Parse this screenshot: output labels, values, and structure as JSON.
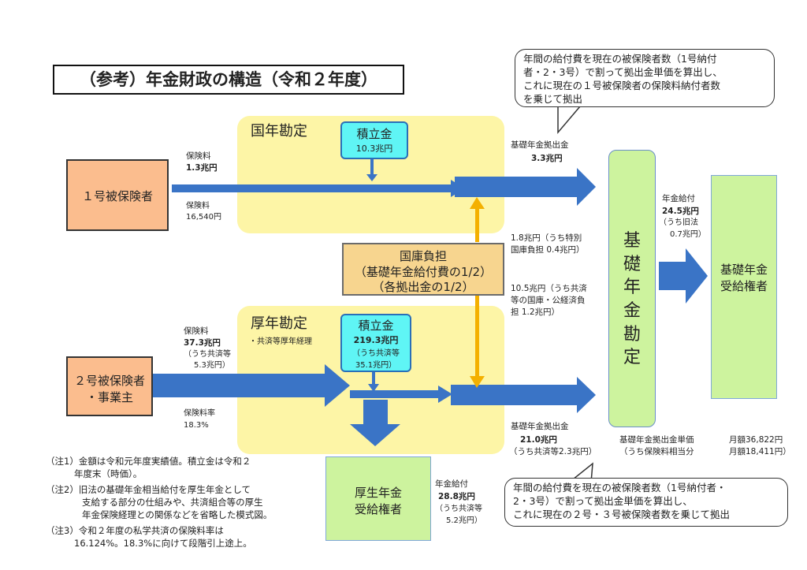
{
  "title": "（参考）年金財政の構造（令和２年度）",
  "national_account": {
    "label": "国年勘定",
    "reserve_label": "積立金",
    "reserve_value": "10.3兆円"
  },
  "employee_account": {
    "label": "厚年勘定",
    "sub_label": "・共済等厚年経理",
    "reserve_label": "積立金",
    "reserve_value": "219.3兆円",
    "reserve_note1": "（うち共済等",
    "reserve_note2": "35.1兆円）"
  },
  "insured1": {
    "label": "１号被保険者",
    "premium_label": "保険料",
    "premium_value": "1.3兆円",
    "monthly_label": "保険料",
    "monthly_value": "16,540円"
  },
  "insured2": {
    "label_line1": "２号被保険者",
    "label_line2": "・事業主",
    "premium_label": "保険料",
    "premium_value": "37.3兆円",
    "premium_note1": "（うち共済等",
    "premium_note2": "5.3兆円）",
    "rate_label": "保険料率",
    "rate_value": "18.3%"
  },
  "kokko": {
    "line1": "国庫負担",
    "line2": "（基礎年金給付費の1/2）",
    "line3": "（各拠出金の1/2）",
    "upper_note1": "1.8兆円（うち特別",
    "upper_note2": "国庫負担 0.4兆円）",
    "lower_note1": "10.5兆円（うち共済",
    "lower_note2": "等の国庫・公経済負",
    "lower_note3": "担 1.2兆円）"
  },
  "contribution_national": {
    "label": "基礎年金拠出金",
    "value": "3.3兆円"
  },
  "contribution_employee": {
    "label": "基礎年金拠出金",
    "value": "21.0兆円",
    "note": "（うち共済等2.3兆円）"
  },
  "basic_account": {
    "label": "基礎年金勘定",
    "chars": [
      "基",
      "礎",
      "年",
      "金",
      "勘",
      "定"
    ]
  },
  "basic_benefit": {
    "label": "年金給付",
    "value": "24.5兆円",
    "note1": "（うち旧法",
    "note2": "0.7兆円）"
  },
  "basic_recipients": {
    "line1": "基礎年金",
    "line2": "受給権者"
  },
  "employee_recipients": {
    "line1": "厚生年金",
    "line2": "受給権者"
  },
  "employee_benefit": {
    "label": "年金給付",
    "value": "28.8兆円",
    "note1": "（うち共済等",
    "note2": "5.2兆円）"
  },
  "unit_price": {
    "label1": "基礎年金拠出金単価",
    "label2": "（うち保険料相当分",
    "value1": "月額36,822円",
    "value2": "月額18,411円）"
  },
  "bubble_top": {
    "line1": "年間の給付費を現在の被保険者数（1号納付",
    "line2": "者・2・3号）で割って拠出金単価を算出し、",
    "line3": "これに現在の１号被保険者の保険料納付者数",
    "line4": "を乗じて拠出"
  },
  "bubble_bottom": {
    "line1": "年間の給付費を現在の被保険者数（1号納付者・",
    "line2": "2・3号）で割って拠出金単価を算出し、",
    "line3": "これに現在の２号・３号被保険者数を乗じて拠出"
  },
  "notes": {
    "n1_line1": "（注1）金額は令和元年度実績値。積立金は令和２",
    "n1_line2": "年度末（時価）。",
    "n2_line1": "（注2）旧法の基礎年金相当給付を厚生年金として",
    "n2_line2": "支給する部分の仕組みや、共済組合等の厚生",
    "n2_line3": "年金保険経理との関係などを省略した模式図。",
    "n3_line1": "（注3）令和２年度の私学共済の保険料率は",
    "n3_line2": "16.124%。18.3%に向けて段階引上途上。"
  },
  "colors": {
    "account_fill": "#fdf5a6",
    "reserve_fill": "#5ff5f5",
    "arrow_blue": "#3a74c6",
    "orange": "#fbbd8e",
    "green": "#cdf39e",
    "kokko_arrow": "#f4b000"
  }
}
